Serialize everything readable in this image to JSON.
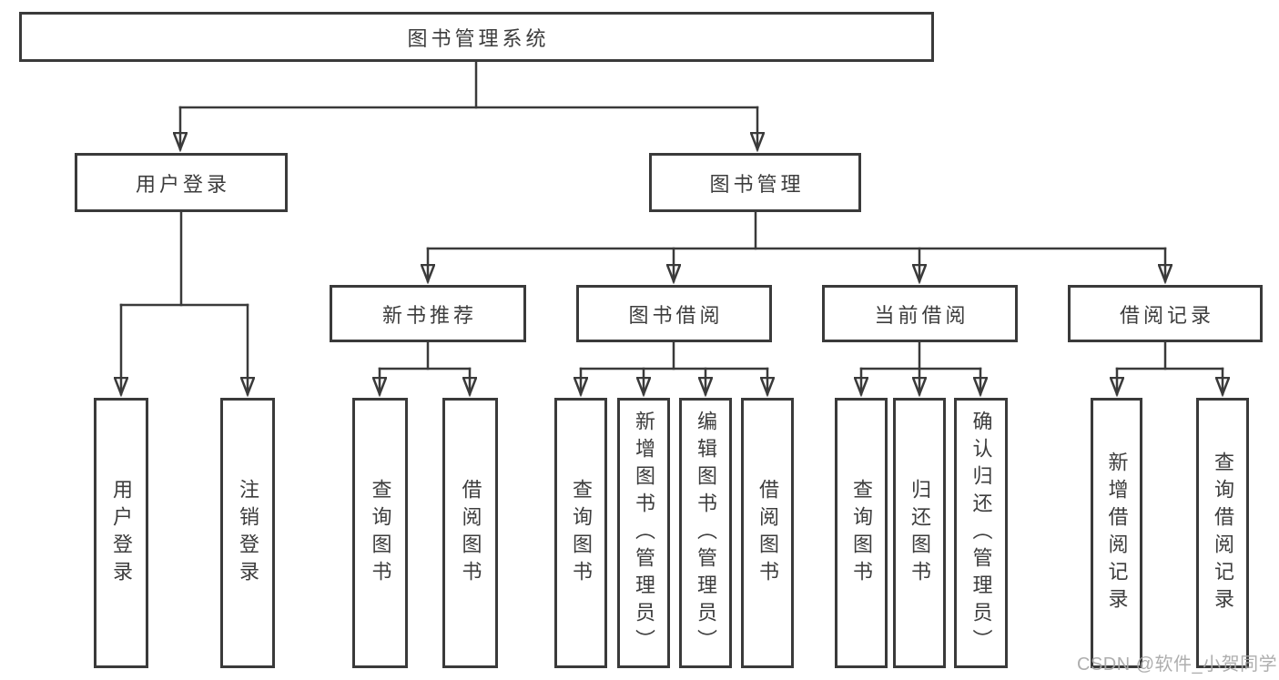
{
  "nodes": {
    "root": "图书管理系统",
    "login": "用户登录",
    "books": "图书管理",
    "newbook": "新书推荐",
    "borrow": "图书借阅",
    "current": "当前借阅",
    "records": "借阅记录"
  },
  "leaves": {
    "login": [
      "用户登录",
      "注销登录"
    ],
    "newbook": [
      "查询图书",
      "借阅图书"
    ],
    "borrow": [
      "查询图书",
      "新增图书（管理员）",
      "编辑图书（管理员）",
      "借阅图书"
    ],
    "current": [
      "查询图书",
      "归还图书",
      "确认归还（管理员）"
    ],
    "records": [
      "新增借阅记录",
      "查询借阅记录"
    ]
  },
  "watermark": "CSDN @软件_小贺同学",
  "colors": {
    "line": "#3a3a3a",
    "text": "#3d3d3d",
    "watermark": "#a8a8a8",
    "background": "#ffffff"
  }
}
